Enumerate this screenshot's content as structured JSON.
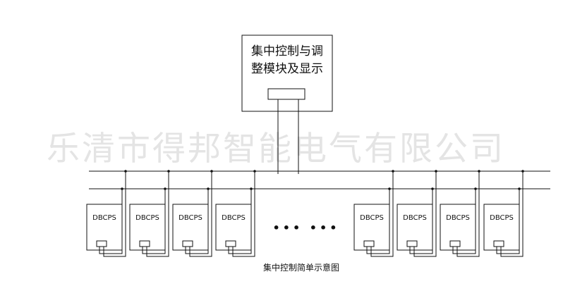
{
  "watermark": "乐清市得邦智能电气有限公司",
  "control": {
    "line1": "集中控制与调",
    "line2": "整模块及显示"
  },
  "module_label": "DBCPS",
  "ellipsis": "••• •••",
  "caption": "集中控制简单示意图",
  "colors": {
    "line": "#111111",
    "watermark": "#e4e4e4"
  }
}
